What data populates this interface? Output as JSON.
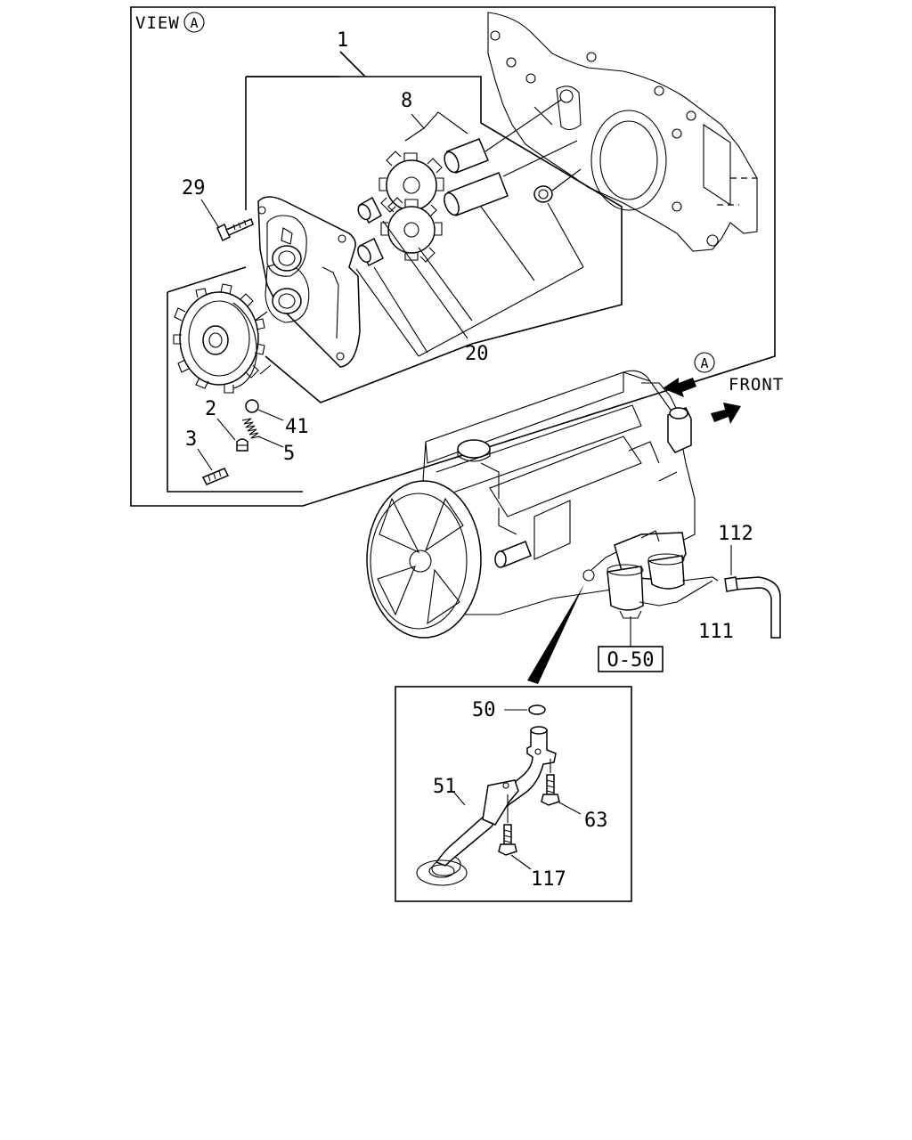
{
  "view_label": "VIEW",
  "view_marker": "A",
  "front_label": "FRONT",
  "front_view_marker": "A",
  "callouts": {
    "c1": "1",
    "c2": "2",
    "c3": "3",
    "c5": "5",
    "c8": "8",
    "c20": "20",
    "c29": "29",
    "c41": "41",
    "c50": "50",
    "c51": "51",
    "c63": "63",
    "c111": "111",
    "c112": "112",
    "c117": "117"
  },
  "reference_box": "O-50",
  "icons": {
    "front_arrow": "arrow-right-icon",
    "view_arrow": "arrow-left-icon"
  }
}
